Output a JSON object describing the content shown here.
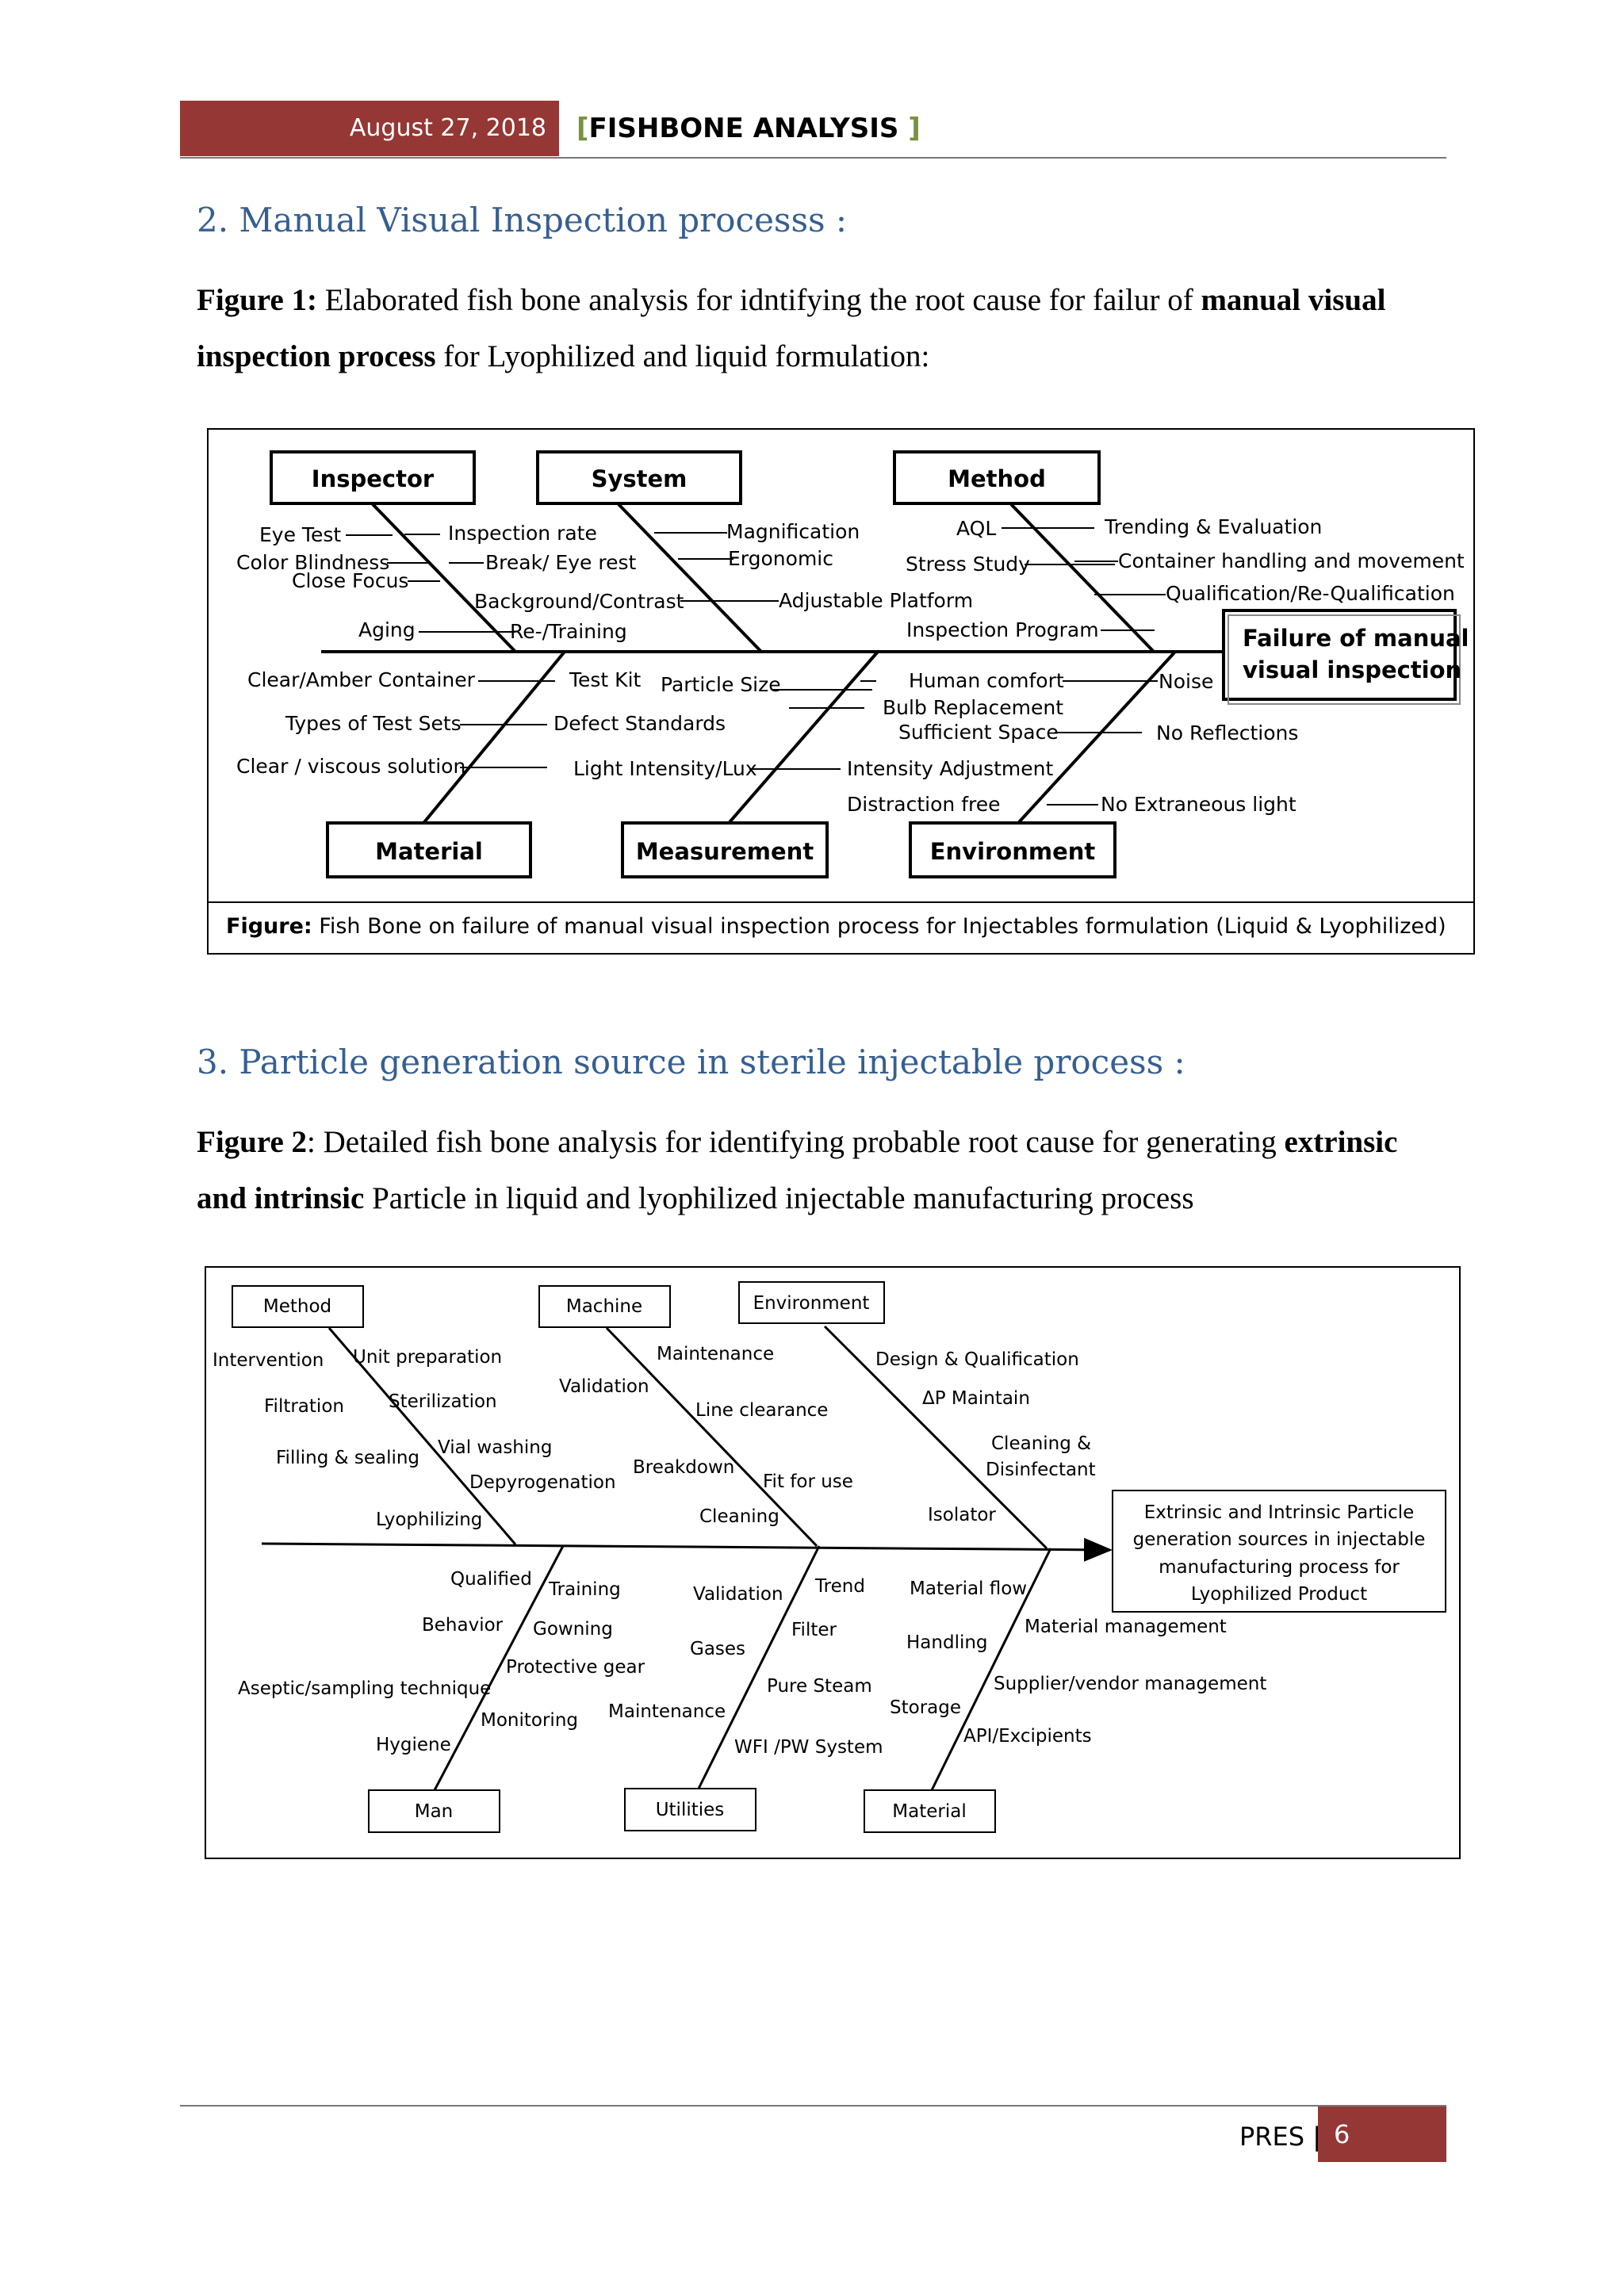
{
  "header": {
    "date": "August 27, 2018",
    "bracket_open": "[",
    "title": "FISHBONE ANALYSIS ",
    "bracket_close": "]"
  },
  "section2": {
    "heading": "2.  Manual Visual Inspection processs :",
    "figure_label": "Figure 1:",
    "text_a": " Elaborated fish bone analysis for idntifying the root cause for failur of ",
    "bold_a": "manual visual inspection process",
    "text_b": " for Lyophilized and liquid formulation:"
  },
  "figure1": {
    "categories": {
      "inspector": "Inspector",
      "system": "System",
      "method": "Method",
      "material": "Material",
      "measurement": "Measurement",
      "environment": "Environment"
    },
    "effect": [
      "Failure of manual",
      "visual inspection"
    ],
    "causes": {
      "eye_test": "Eye Test",
      "color_blindness": "Color Blindness",
      "close_focus": "Close Focus",
      "aging": "Aging",
      "inspection_rate": "Inspection rate",
      "break_eye_rest": "Break/ Eye rest",
      "background_contrast": "Background/Contrast",
      "re_training": "Re-/Training",
      "magnification": "Magnification",
      "ergonomic": "Ergonomic",
      "adjustable_platform": "Adjustable Platform",
      "aql": "AQL",
      "stress_study": "Stress Study",
      "inspection_program": "Inspection Program",
      "trending_evaluation": "Trending & Evaluation",
      "container_handling": "Container handling and movement",
      "qualification": "Qualification/Re-Qualification",
      "clear_amber": "Clear/Amber Container",
      "types_test_sets": "Types of Test Sets",
      "clear_viscous": "Clear / viscous solution",
      "test_kit": "Test Kit",
      "defect_standards": "Defect Standards",
      "particle_size": "Particle Size",
      "light_intensity": "Light Intensity/Lux",
      "human_comfort": "Human comfort",
      "bulb_replacement": "Bulb Replacement",
      "sufficient_space": "Sufficient Space",
      "intensity_adjustment": "Intensity Adjustment",
      "distraction_free": "Distraction free",
      "noise": "Noise",
      "no_reflections": "No Reflections",
      "no_extraneous_light": "No Extraneous light"
    },
    "caption_label": "Figure:",
    "caption_text": " Fish Bone on failure of manual visual inspection process for Injectables formulation (Liquid & Lyophilized)"
  },
  "section3": {
    "heading": "3.  Particle generation source in sterile injectable process :",
    "figure_label": "Figure 2",
    "text_a": ": Detailed fish bone analysis for identifying probable root cause for generating ",
    "bold_a": "extrinsic and intrinsic",
    "text_b": " Particle in liquid and lyophilized injectable manufacturing process"
  },
  "figure2": {
    "categories": {
      "method": "Method",
      "machine": "Machine",
      "environment": "Environment",
      "man": "Man",
      "utilities": "Utilities",
      "material": "Material"
    },
    "effect": [
      "Extrinsic and Intrinsic Particle",
      "generation sources in injectable",
      "manufacturing process for",
      "Lyophilized Product"
    ],
    "causes": {
      "intervention": "Intervention",
      "unit_preparation": "Unit preparation",
      "filtration": "Filtration",
      "sterilization": "Sterilization",
      "filling_sealing": "Filling & sealing",
      "vial_washing": "Vial washing",
      "depyrogenation": "Depyrogenation",
      "lyophilizing": "Lyophilizing",
      "maintenance_m": "Maintenance",
      "validation_m": "Validation",
      "line_clearance": "Line clearance",
      "breakdown": "Breakdown",
      "fit_for_use": "Fit for use",
      "cleaning": "Cleaning",
      "design_qualification": "Design & Qualification",
      "dp_maintain": "ΔP Maintain",
      "cleaning_disinfectant_1": "Cleaning &",
      "cleaning_disinfectant_2": "Disinfectant",
      "isolator": "Isolator",
      "qualified": "Qualified",
      "training": "Training",
      "behavior": "Behavior",
      "gowning": "Gowning",
      "protective_gear": "Protective gear",
      "aseptic_sampling": "Aseptic/sampling technique",
      "monitoring": "Monitoring",
      "hygiene": "Hygiene",
      "validation_u": "Validation",
      "trend": "Trend",
      "filter": "Filter",
      "gases": "Gases",
      "pure_steam": "Pure Steam",
      "maintenance_u": "Maintenance",
      "wfi_pw": "WFI /PW System",
      "material_flow": "Material flow",
      "material_management": "Material management",
      "handling": "Handling",
      "supplier_vendor": "Supplier/vendor management",
      "storage": "Storage",
      "api_excipients": "API/Excipients"
    }
  },
  "footer": {
    "label": "PRES |",
    "page": "6"
  }
}
